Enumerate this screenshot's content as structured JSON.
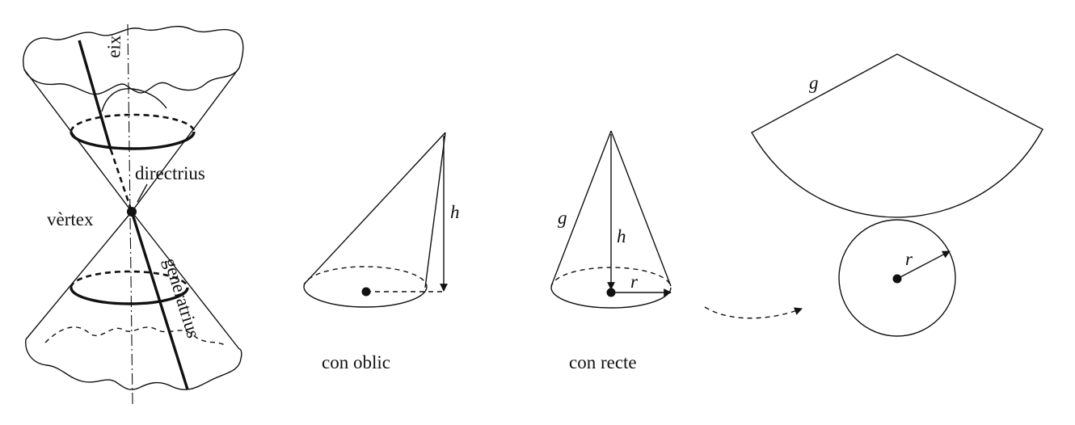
{
  "labels": {
    "eix": "eix",
    "directrius": "directrius",
    "vertex": "vèrtex",
    "generatrius": "generatrius",
    "oblique_h": "h",
    "oblique_caption": "con oblic",
    "right_g": "g",
    "right_h": "h",
    "right_r": "r",
    "right_caption": "con recte",
    "net_g": "g",
    "net_r": "r"
  }
}
